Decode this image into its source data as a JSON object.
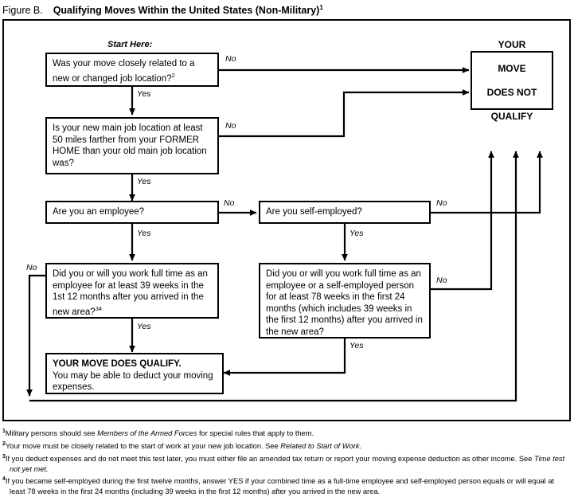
{
  "figure": {
    "label": "Figure B.",
    "title": "Qualifying Moves Within the United States (Non-Military)",
    "title_footnote_marker": "1"
  },
  "flow": {
    "start_label": "Start Here:",
    "nodes": {
      "q1": {
        "id": "q1",
        "text": "Was your move closely related to a new or changed job location?",
        "footnote_marker": "2"
      },
      "q2": {
        "id": "q2",
        "text": "Is your new main job location at least 50 miles farther from your FORMER HOME than your old main job location was?",
        "footnote_marker": ""
      },
      "q3": {
        "id": "q3",
        "text": "Are you an employee?",
        "footnote_marker": ""
      },
      "q4": {
        "id": "q4",
        "text": "Are you self-employed?",
        "footnote_marker": ""
      },
      "q5": {
        "id": "q5",
        "text": "Did you or will you work full time as an employee for at least 39 weeks in the 1st 12 months after you arrived in the new area?",
        "footnote_marker": "34"
      },
      "q6": {
        "id": "q6",
        "text": "Did you or will you work full time as an employee or a self-employed person for at least 78 weeks in the first 24 months (which includes 39 weeks in the first 12 months) after you arrived in the new area?",
        "footnote_marker": ""
      },
      "qualify": {
        "id": "qualify",
        "heading": "YOUR MOVE DOES QUALIFY.",
        "body": "You may be able to deduct your moving expenses."
      },
      "not_qualify": {
        "id": "not-qualify",
        "line1": "YOUR",
        "line2": "MOVE",
        "line3": "DOES NOT",
        "line4": "QUALIFY"
      }
    },
    "edge_labels": {
      "q1_no": "No",
      "q1_yes": "Yes",
      "q2_no": "No",
      "q2_yes": "Yes",
      "q3_no": "No",
      "q3_yes": "Yes",
      "q4_no": "No",
      "q4_yes": "Yes",
      "q5_no": "No",
      "q5_yes": "Yes",
      "q6_no": "No",
      "q6_yes": "Yes"
    }
  },
  "footnotes": [
    {
      "marker": "1",
      "parts": [
        {
          "t": "Military persons should see ",
          "i": false
        },
        {
          "t": "Members of the Armed Forces",
          "i": true
        },
        {
          "t": " for special rules that apply to them.",
          "i": false
        }
      ]
    },
    {
      "marker": "2",
      "parts": [
        {
          "t": "Your move must be closely related to the start of work at your new job location. See ",
          "i": false
        },
        {
          "t": "Related to Start of Work.",
          "i": true
        }
      ]
    },
    {
      "marker": "3",
      "parts": [
        {
          "t": "If you deduct expenses and do not meet this test later, you must either file an amended tax return or report your moving expense deduction as other income. See ",
          "i": false
        },
        {
          "t": "Time test not yet met.",
          "i": true
        }
      ]
    },
    {
      "marker": "4",
      "parts": [
        {
          "t": "If you became self-employed during the first twelve months, answer YES if your combined time as a full-time employee and self-employed person equals or will equal at least 78 weeks in the first 24 months (including 39 weeks in the first 12 months) after you arrived in the new area.",
          "i": false
        }
      ]
    }
  ],
  "colors": {
    "ink": "#000000",
    "paper": "#ffffff"
  }
}
